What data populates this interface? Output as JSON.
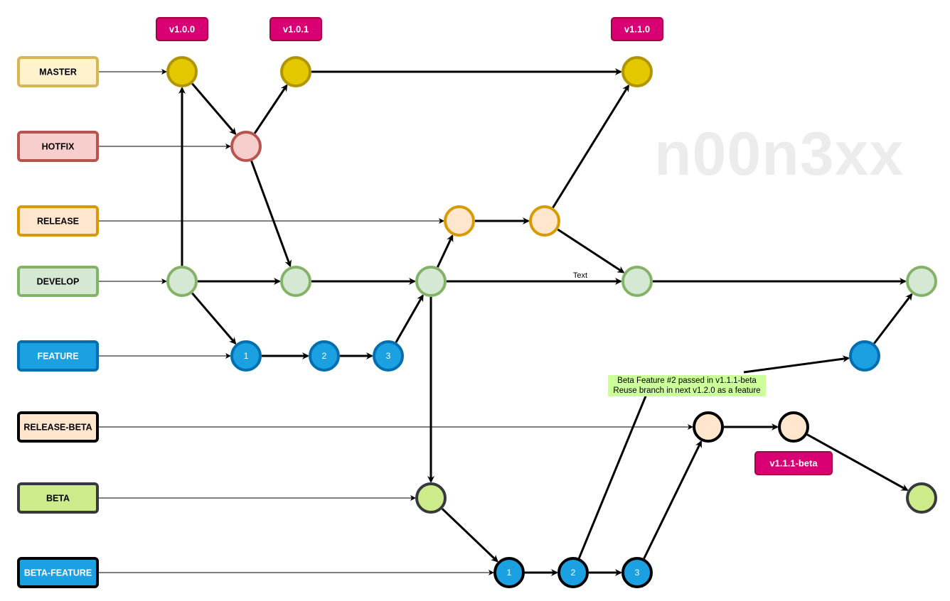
{
  "watermark": "n00n3xx",
  "branches": [
    {
      "id": "master",
      "label": "MASTER",
      "fill": "#fff2cc",
      "stroke": "#d6b656"
    },
    {
      "id": "hotfix",
      "label": "HOTFIX",
      "fill": "#f8cecc",
      "stroke": "#b85450"
    },
    {
      "id": "release",
      "label": "RELEASE",
      "fill": "#ffe6cc",
      "stroke": "#d79b00"
    },
    {
      "id": "develop",
      "label": "DEVELOP",
      "fill": "#d5e8d4",
      "stroke": "#82b366"
    },
    {
      "id": "feature",
      "label": "FEATURE",
      "fill": "#1ba1e2",
      "stroke": "#006eaf"
    },
    {
      "id": "release-beta",
      "label": "RELEASE-BETA",
      "fill": "#ffe6cc",
      "stroke": "#000000"
    },
    {
      "id": "beta",
      "label": "BETA",
      "fill": "#cdeb8b",
      "stroke": "#36393d"
    },
    {
      "id": "beta-feature",
      "label": "BETA-FEATURE",
      "fill": "#1ba1e2",
      "stroke": "#000000"
    }
  ],
  "tags": [
    {
      "id": "v100",
      "label": "v1.0.0"
    },
    {
      "id": "v101",
      "label": "v1.0.1"
    },
    {
      "id": "v110",
      "label": "v1.1.0"
    },
    {
      "id": "v111b",
      "label": "v1.1.1-beta"
    }
  ],
  "tag_colors": {
    "fill": "#d80073",
    "stroke": "#a50040",
    "text": "#ffffff"
  },
  "commit_styles": {
    "master": {
      "fill": "#e3c800",
      "stroke": "#b09500"
    },
    "hotfix": {
      "fill": "#f8cecc",
      "stroke": "#b85450"
    },
    "release": {
      "fill": "#ffe6cc",
      "stroke": "#d79b00"
    },
    "develop": {
      "fill": "#d5e8d4",
      "stroke": "#82b366"
    },
    "feature": {
      "fill": "#1ba1e2",
      "stroke": "#006eaf"
    },
    "release-beta": {
      "fill": "#ffe6cc",
      "stroke": "#000000"
    },
    "beta": {
      "fill": "#cdeb8b",
      "stroke": "#36393d"
    },
    "beta-feature": {
      "fill": "#1ba1e2",
      "stroke": "#000000"
    }
  },
  "commits": [
    {
      "id": "m1",
      "branch": "master",
      "label": ""
    },
    {
      "id": "m2",
      "branch": "master",
      "label": ""
    },
    {
      "id": "m3",
      "branch": "master",
      "label": ""
    },
    {
      "id": "h1",
      "branch": "hotfix",
      "label": ""
    },
    {
      "id": "r1",
      "branch": "release",
      "label": ""
    },
    {
      "id": "r2",
      "branch": "release",
      "label": ""
    },
    {
      "id": "d1",
      "branch": "develop",
      "label": ""
    },
    {
      "id": "d2",
      "branch": "develop",
      "label": ""
    },
    {
      "id": "d3",
      "branch": "develop",
      "label": ""
    },
    {
      "id": "d4",
      "branch": "develop",
      "label": ""
    },
    {
      "id": "d5",
      "branch": "develop",
      "label": ""
    },
    {
      "id": "f1",
      "branch": "feature",
      "label": "1"
    },
    {
      "id": "f2",
      "branch": "feature",
      "label": "2"
    },
    {
      "id": "f3",
      "branch": "feature",
      "label": "3"
    },
    {
      "id": "f4",
      "branch": "feature",
      "label": ""
    },
    {
      "id": "rb1",
      "branch": "release-beta",
      "label": ""
    },
    {
      "id": "rb2",
      "branch": "release-beta",
      "label": ""
    },
    {
      "id": "b1",
      "branch": "beta",
      "label": ""
    },
    {
      "id": "b2",
      "branch": "beta",
      "label": ""
    },
    {
      "id": "bf1",
      "branch": "beta-feature",
      "label": "1"
    },
    {
      "id": "bf2",
      "branch": "beta-feature",
      "label": "2"
    },
    {
      "id": "bf3",
      "branch": "beta-feature",
      "label": "3"
    }
  ],
  "edges": [
    {
      "from": "m1",
      "to": "h1"
    },
    {
      "from": "h1",
      "to": "m2"
    },
    {
      "from": "m2",
      "to": "m3"
    },
    {
      "from": "h1",
      "to": "d2"
    },
    {
      "from": "d1",
      "to": "m1",
      "both": true
    },
    {
      "from": "d1",
      "to": "d2"
    },
    {
      "from": "d2",
      "to": "d3"
    },
    {
      "from": "d1",
      "to": "f1"
    },
    {
      "from": "f1",
      "to": "f2"
    },
    {
      "from": "f2",
      "to": "f3"
    },
    {
      "from": "f3",
      "to": "d3"
    },
    {
      "from": "d3",
      "to": "r1"
    },
    {
      "from": "r1",
      "to": "r2"
    },
    {
      "from": "r2",
      "to": "m3"
    },
    {
      "from": "r2",
      "to": "d4"
    },
    {
      "from": "d3",
      "to": "d4"
    },
    {
      "from": "d4",
      "to": "d5"
    },
    {
      "from": "d3",
      "to": "b1"
    },
    {
      "from": "b1",
      "to": "bf1"
    },
    {
      "from": "bf1",
      "to": "bf2"
    },
    {
      "from": "bf2",
      "to": "bf3"
    },
    {
      "from": "bf3",
      "to": "rb1"
    },
    {
      "from": "rb1",
      "to": "rb2"
    },
    {
      "from": "rb2",
      "to": "b2"
    },
    {
      "from": "bf2",
      "to": "f4",
      "via": "note"
    },
    {
      "from": "f4",
      "to": "d5"
    }
  ],
  "edge_label": "Text",
  "note_lines": [
    "Beta Feature #2 passed in v1.1.1-beta",
    "Reuse branch in next v1.2.0 as a feature"
  ],
  "note_color": "#ccff99"
}
